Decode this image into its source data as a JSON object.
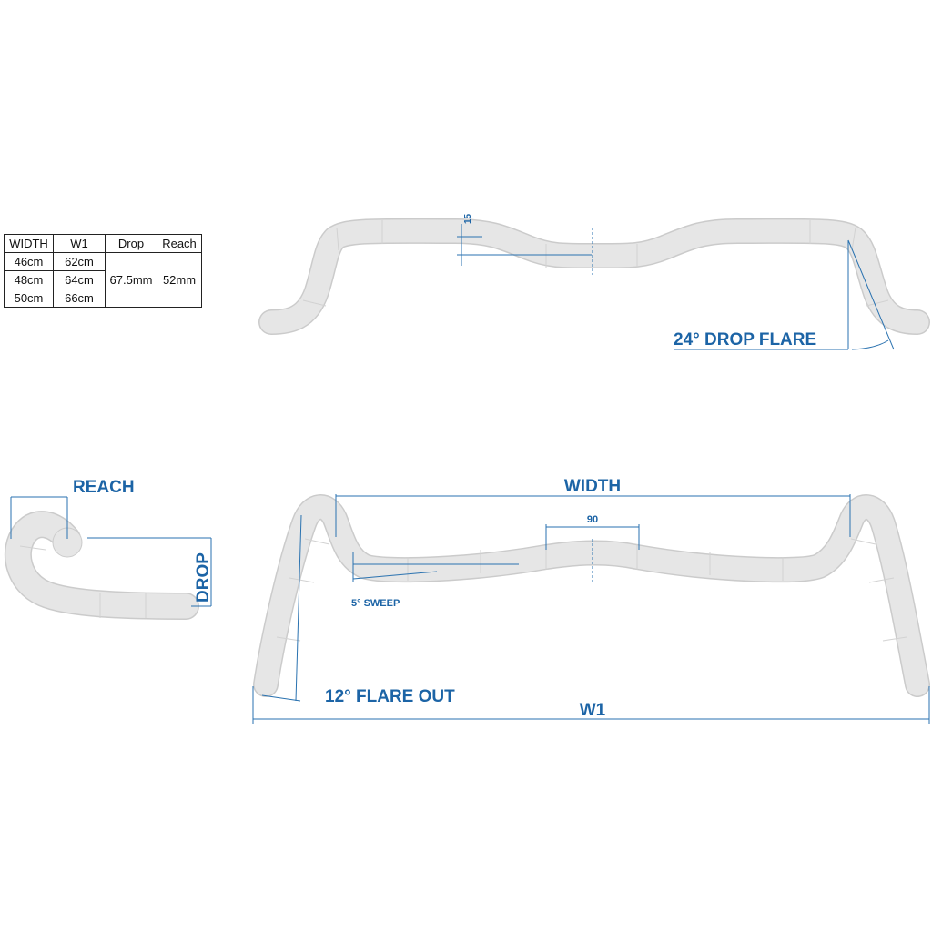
{
  "table": {
    "headers": [
      "WIDTH",
      "W1",
      "Drop",
      "Reach"
    ],
    "rows": [
      [
        "46cm",
        "62cm"
      ],
      [
        "48cm",
        "64cm"
      ],
      [
        "50cm",
        "66cm"
      ]
    ],
    "drop": "67.5mm",
    "reach": "52mm"
  },
  "labels": {
    "rise": "15",
    "drop_flare": "24° DROP FLARE",
    "reach": "REACH",
    "drop": "DROP",
    "width": "WIDTH",
    "center": "90",
    "sweep": "5° SWEEP",
    "flare_out": "12° FLARE OUT",
    "w1": "W1"
  },
  "colors": {
    "dimension": "#1c64a6",
    "tube": "#e6e6e6",
    "tube_edge": "#cbcbcb"
  }
}
